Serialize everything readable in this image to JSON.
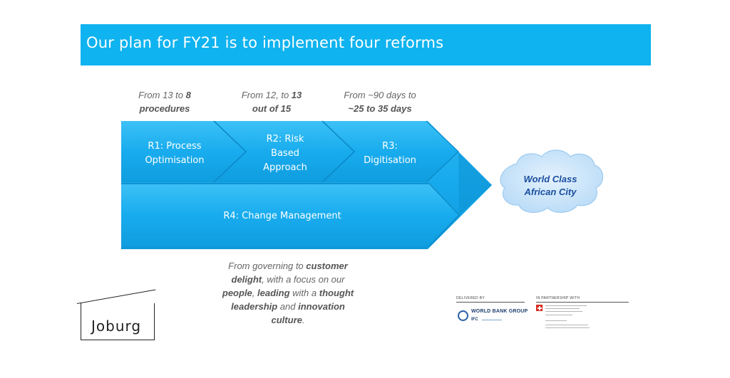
{
  "title": "Our plan for FY21 is to implement four reforms",
  "targets": [
    {
      "pre": "From 13 to ",
      "bold1": "8",
      "bold2": "procedures"
    },
    {
      "pre": "From 12, to ",
      "bold1": "13",
      "bold2": "out of 15"
    },
    {
      "pre": "From ~90 days to",
      "bold1": "",
      "bold2": "~25 to 35 days"
    }
  ],
  "reforms": {
    "r1": [
      "R1: Process",
      "Optimisation"
    ],
    "r2": [
      "R2: Risk",
      "Based",
      "Approach"
    ],
    "r3": [
      "R3:",
      "Digitisation"
    ],
    "r4": "R4: Change Management"
  },
  "vision": [
    "World Class",
    "African City"
  ],
  "culture_statement": [
    {
      "text": "From governing to ",
      "bold": false
    },
    {
      "text": "customer delight",
      "bold": true
    },
    {
      "text": ", with a focus on our ",
      "bold": false
    },
    {
      "text": "people",
      "bold": true
    },
    {
      "text": ", ",
      "bold": false
    },
    {
      "text": "leading",
      "bold": true
    },
    {
      "text": " with a ",
      "bold": false
    },
    {
      "text": "thought leadership",
      "bold": true
    },
    {
      "text": " and ",
      "bold": false
    },
    {
      "text": "innovation culture",
      "bold": true
    },
    {
      "text": ".",
      "bold": false
    }
  ],
  "logo": "Joburg",
  "delivered_by": "DELIVERED BY",
  "partnership": "IN PARTNERSHIP WITH",
  "wbg": "WORLD BANK GROUP",
  "ifc": "IFC",
  "colors": {
    "title_bg": "#0fb3ef",
    "arrow_fill": "#19aef0",
    "arrow_dark": "#0c8fd0",
    "cloud_fill": "#cfe7fb",
    "cloud_text": "#1a4ea0"
  },
  "icons": [
    "world-bank-globe-icon",
    "swiss-cross-icon"
  ]
}
